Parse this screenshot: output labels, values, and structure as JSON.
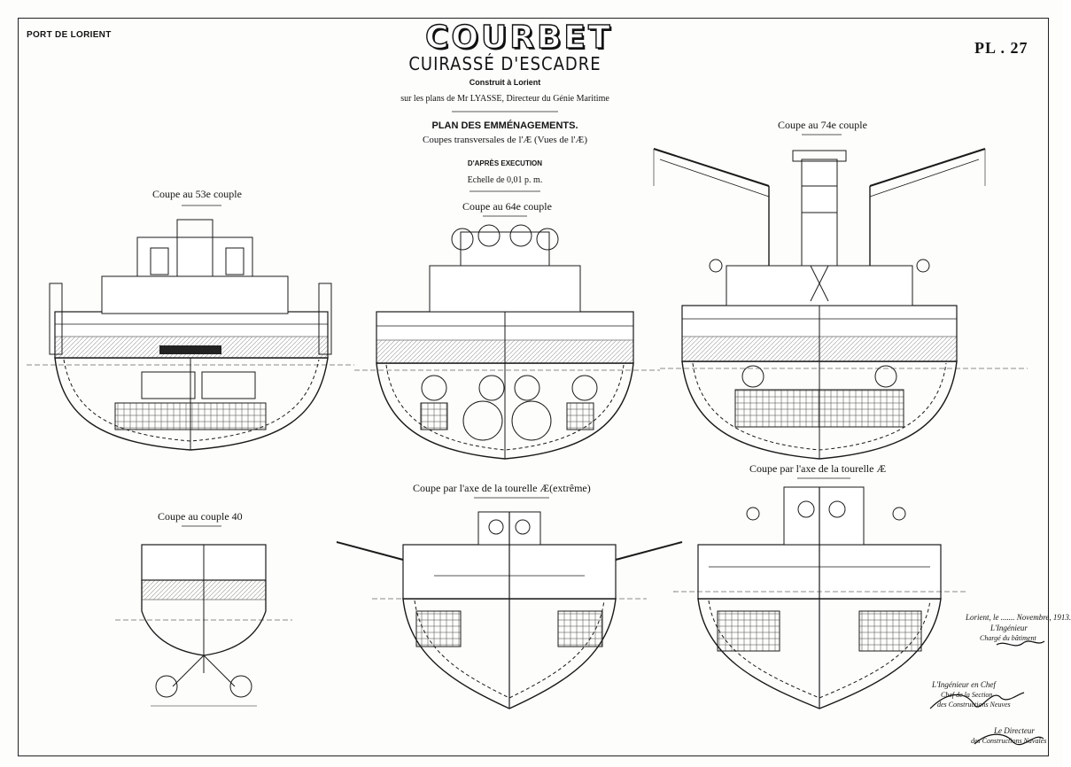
{
  "header": {
    "port": "PORT DE LORIENT",
    "plate": "PL . 27",
    "title": "COURBET",
    "subtitle": "CUIRASSÉ D'ESCADRE",
    "built": "Construit à Lorient",
    "plans_by": "sur les plans de Mr LYASSE, Directeur du Génie Maritime",
    "plan_title": "PLAN DES EMMÉNAGEMENTS.",
    "coupes": "Coupes transversales de l'Æ (Vues de l'Æ)",
    "after_execution": "D'APRÈS EXECUTION",
    "scale": "Echelle de 0,01 p. m."
  },
  "sections": {
    "s53": "Coupe au 53e couple",
    "s64": "Coupe au 64e couple",
    "s74": "Coupe au 74e couple",
    "s40": "Coupe au couple 40",
    "turret_extreme": "Coupe par l'axe de la tourelle Æ(extrême)",
    "turret": "Coupe par l'axe de la tourelle Æ"
  },
  "signatures": {
    "place_date": "Lorient, le ....... Novembre, 1913.",
    "engineer": "L'Ingénieur",
    "engineer_role": "Chargé du bâtiment",
    "chief": "L'Ingénieur en Chef",
    "chief_role": "Chef de la Section",
    "chief_dept": "des Constructions Neuves",
    "director": "Le Directeur",
    "director_dept": "des Constructions Navales"
  }
}
